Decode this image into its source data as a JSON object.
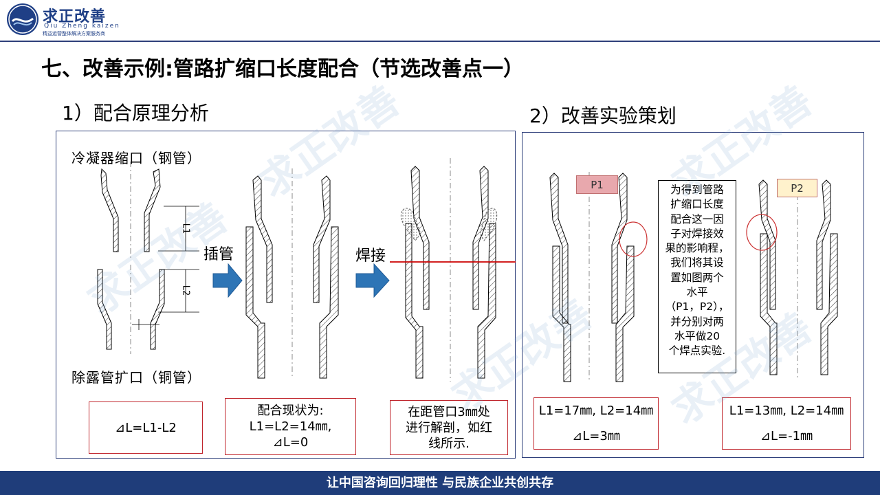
{
  "brand": {
    "name_cn": "求正改善",
    "name_en": "Qiu Zheng kaizen",
    "tagline": "精益运营整体解决方案服务商",
    "color": "#1f3f86"
  },
  "title": "七、改善示例:管路扩缩口长度配合（节选改善点一）",
  "section1": {
    "heading": "1）配合原理分析",
    "label_top": "冷凝器缩口（钢管）",
    "label_bottom": "除露管扩口（铜管）",
    "dim_l1": "L1",
    "dim_l2": "L2",
    "arrow1_label": "插管",
    "arrow2_label": "焊接",
    "box1": {
      "text": "⊿L=L1-L2"
    },
    "box2": {
      "lines": [
        "配合现状为:",
        "L1=L2=14㎜,",
        "⊿L=0"
      ]
    },
    "box3": {
      "lines": [
        "在距管口3㎜处",
        "进行解剖，如红",
        "线所示."
      ]
    }
  },
  "section2": {
    "heading": "2）改善实验策划",
    "tag_p1": "P1",
    "tag_p2": "P2",
    "note_lines": [
      "为得到管路",
      "扩缩口长度",
      "配合这一因",
      "子对焊接效",
      "果的影响程，",
      "我们将其设",
      "置如图两个",
      "水平",
      "（P1，P2），",
      "并分别对两",
      "水平做20",
      "个焊点实验."
    ],
    "box_p1": {
      "lines": [
        "L1=17㎜, L2=14㎜",
        "⊿L=3㎜"
      ]
    },
    "box_p2": {
      "lines": [
        "L1=13㎜, L2=14㎜",
        "⊿L=-1㎜"
      ]
    }
  },
  "watermark": "求正改善",
  "footer": "让中国咨询回归理性 与民族企业共创共存",
  "colors": {
    "panel_border": "#2e3f7a",
    "box_border": "#c0262d",
    "arrow": "#2e75b6",
    "footer_bg": "#1f3d7a",
    "cut_line": "#cc0000"
  }
}
